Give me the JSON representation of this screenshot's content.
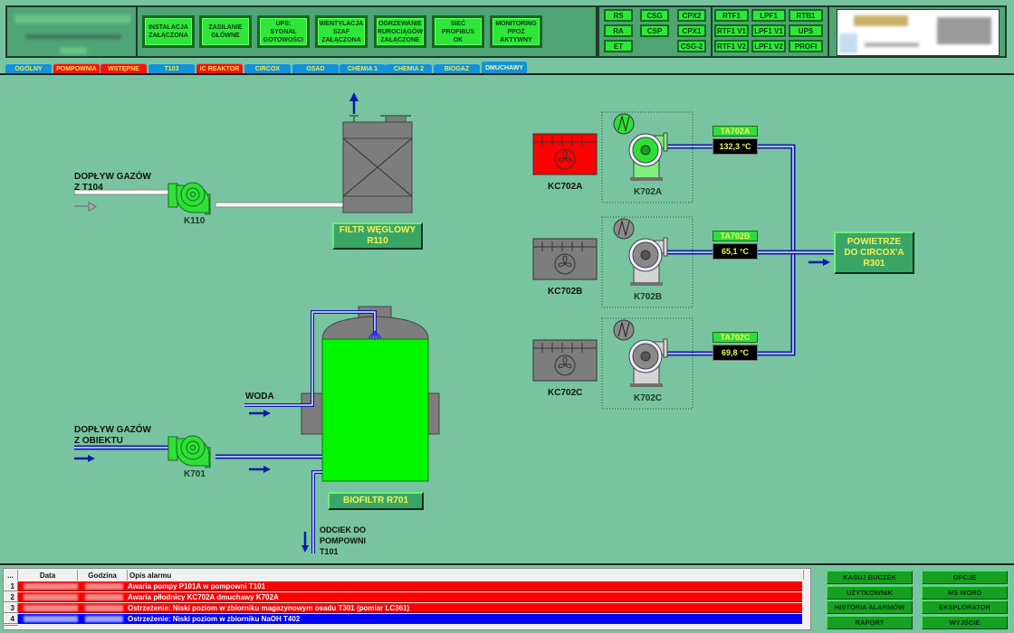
{
  "header": {
    "status_buttons": [
      {
        "label": "INSTALACJA\nZAŁĄCZONA"
      },
      {
        "label": "ZASILANIE\nGŁÓWNE"
      },
      {
        "label": "UPS:\nSYGNAŁ\nGOTOWOŚCI"
      },
      {
        "label": "WENTYLACJA\nSZAF\nZAŁĄCZONA"
      },
      {
        "label": "OGRZEWANIE\nRUROCIĄGÓW\nZAŁĄCZONE"
      },
      {
        "label": "SIEĆ\nPROFIBUS\nOK"
      },
      {
        "label": "MONITORING\nPPOŻ\nAKTYWNY"
      }
    ],
    "group1": [
      "RS",
      "CSG",
      "CPX2",
      "RA",
      "CSP",
      "CPX1",
      "ET",
      "CSG-2"
    ],
    "group2": [
      "RTF1",
      "LPF1",
      "RTB1",
      "RTF1 V1",
      "LPF1 V1",
      "UPS",
      "RTF1 V2",
      "LPF1 V2",
      "PROFI"
    ]
  },
  "tabs": [
    {
      "label": "OGÓLNY",
      "state": "normal"
    },
    {
      "label": "POMPOWNIA",
      "state": "alarm"
    },
    {
      "label": "WSTĘPNE",
      "state": "alarm"
    },
    {
      "label": "T103",
      "state": "normal"
    },
    {
      "label": "IC REAKTOR",
      "state": "alarm"
    },
    {
      "label": "CIRCOX",
      "state": "normal"
    },
    {
      "label": "OSAD",
      "state": "normal"
    },
    {
      "label": "CHEMIA 1",
      "state": "normal"
    },
    {
      "label": "CHEMIA 2",
      "state": "normal"
    },
    {
      "label": "BIOGAZ",
      "state": "normal"
    },
    {
      "label": "DMUCHAWY",
      "state": "active"
    }
  ],
  "process": {
    "inlet_t104": "DOPŁYW GAZÓW\nZ T104",
    "inlet_object": "DOPŁYW GAZÓW\nZ OBIEKTU",
    "water": "WODA",
    "drain": "ODCIEK DO\nPOMPOWNI\nT101",
    "fan_k110": "K110",
    "fan_k701": "K701",
    "carbon_filter": "FILTR WĘGLOWY\nR110",
    "biofilter": "BIOFILTR  R701",
    "air_out": "POWIETRZE\nDO CIRCOX'A\nR301",
    "blowers": [
      {
        "cooler": "KC702A",
        "cooler_state": "alarm",
        "blower": "K702A",
        "blower_state": "running",
        "sensor": "TA702A",
        "temp": "132,3 °C"
      },
      {
        "cooler": "KC702B",
        "cooler_state": "off",
        "blower": "K702B",
        "blower_state": "stopped",
        "sensor": "TA702B",
        "temp": "65,1  °C"
      },
      {
        "cooler": "KC702C",
        "cooler_state": "off",
        "blower": "K702C",
        "blower_state": "stopped",
        "sensor": "TA702C",
        "temp": "69,8  °C"
      }
    ]
  },
  "alarms": {
    "columns": [
      "...",
      "Data",
      "Godzina",
      "Opis alarmu"
    ],
    "rows": [
      {
        "num": "1",
        "text": "Awaria pompy P101A w pompowni T101",
        "color": "#ff0000"
      },
      {
        "num": "2",
        "text": "Awaria płłodnicy KC702A dmuchawy K702A",
        "color": "#ff0000"
      },
      {
        "num": "3",
        "text": "Ostrzeżenie: Niski poziom w zbiorniku magazynowym osadu T301 (pomiar LC361)",
        "color": "#ff0000"
      },
      {
        "num": "4",
        "text": "Ostrzeżenie: Niski poziom w zbiorniku NaOH T402",
        "color": "#0000ff"
      }
    ]
  },
  "commands": {
    "left": [
      "KASUJ BUCZEK",
      "UŻYTKOWNIK",
      "HISTORIA ALARMÓW",
      "RAPORT"
    ],
    "right": [
      "OPCJE",
      "MS WORD",
      "EKSPLORATOR",
      "WYJŚCIE"
    ]
  },
  "colors": {
    "background": "#78c4a0",
    "running": "#2fe63a",
    "alarm": "#ff0000",
    "warning": "#0000ff",
    "label_yellow": "#f4f25a"
  }
}
